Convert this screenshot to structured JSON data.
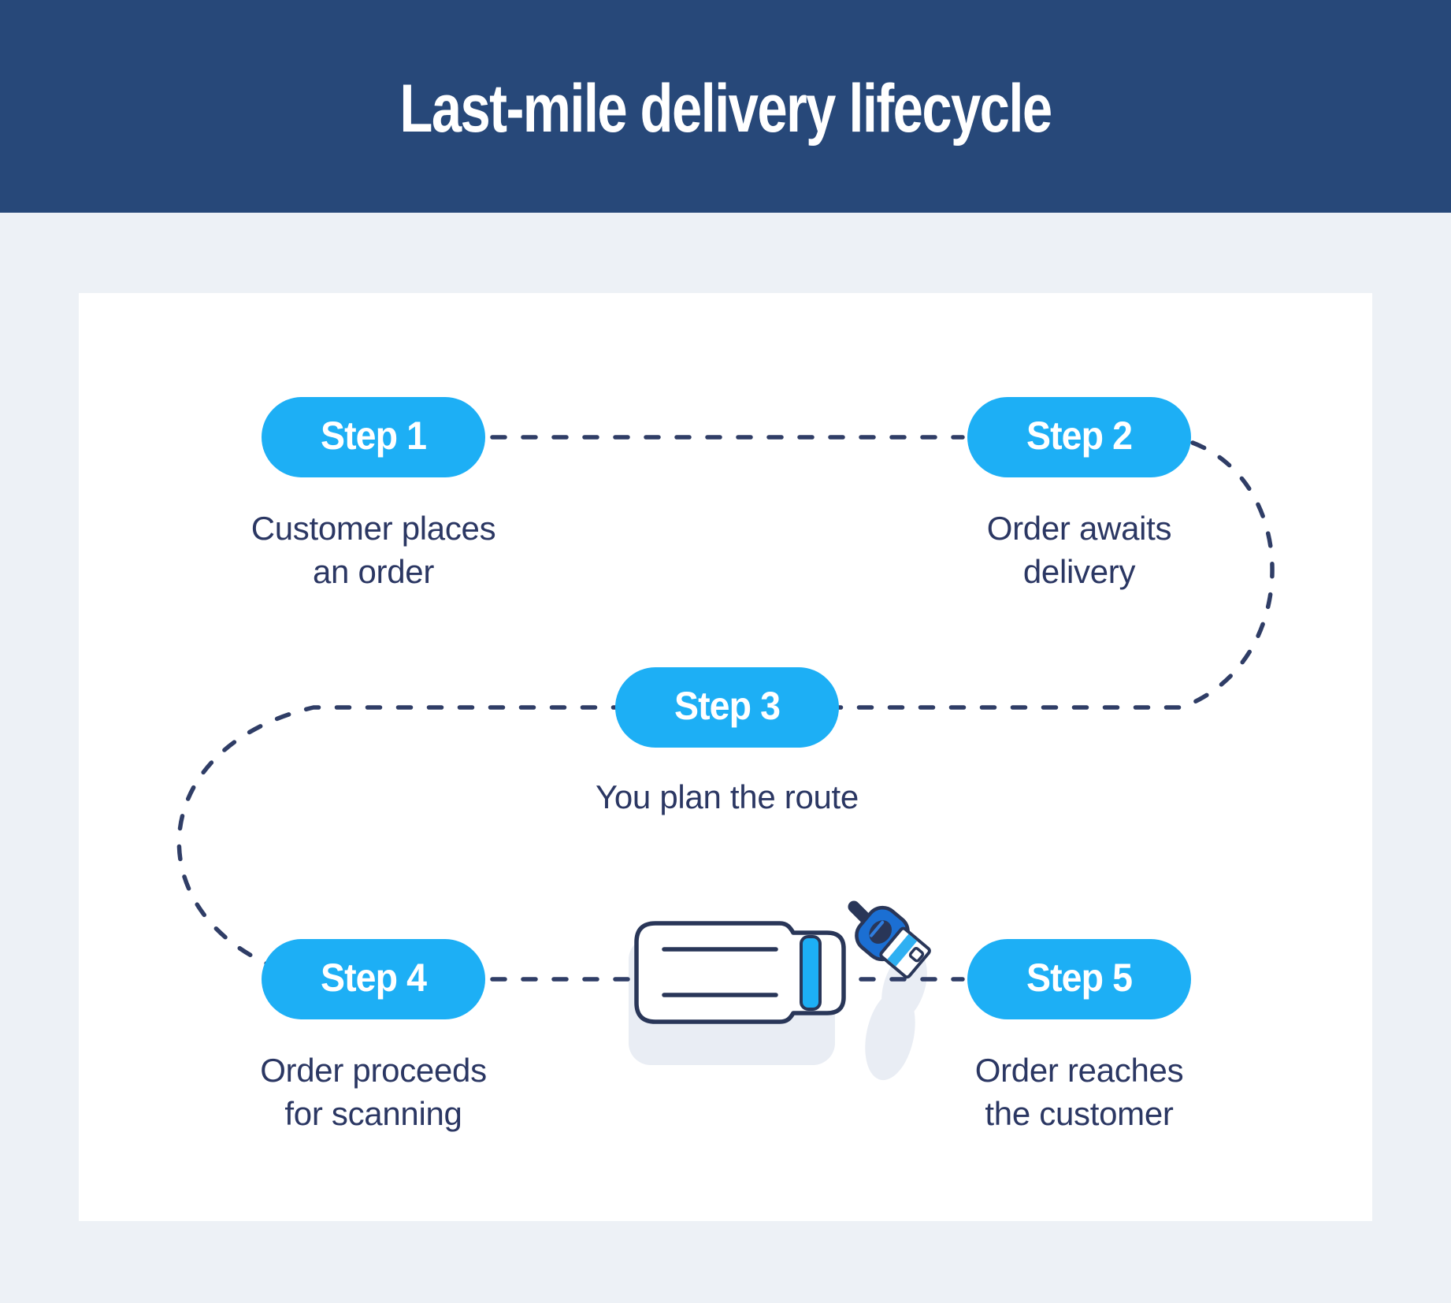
{
  "header": {
    "title": "Last-mile delivery lifecycle"
  },
  "diagram": {
    "steps": [
      {
        "badge": "Step 1",
        "label": "Customer places\nan order"
      },
      {
        "badge": "Step 2",
        "label": "Order awaits\ndelivery"
      },
      {
        "badge": "Step 3",
        "label": "You plan the route"
      },
      {
        "badge": "Step 4",
        "label": "Order proceeds\nfor scanning"
      },
      {
        "badge": "Step 5",
        "label": "Order reaches\nthe customer"
      }
    ],
    "icons": [
      {
        "name": "delivery-truck-top-view-icon"
      },
      {
        "name": "courier-with-package-icon"
      }
    ],
    "colors": {
      "banner_navy": "#274879",
      "page_background": "#EDF1F6",
      "card_white": "#FFFFFF",
      "badge_blue": "#1DAFF5",
      "label_navy": "#2B3763",
      "connector_navy": "#2F3D66",
      "illustration_outline_navy": "#293658",
      "courier_jacket_blue": "#1B6FD3",
      "shadow_gray": "#E9EDF4"
    }
  }
}
